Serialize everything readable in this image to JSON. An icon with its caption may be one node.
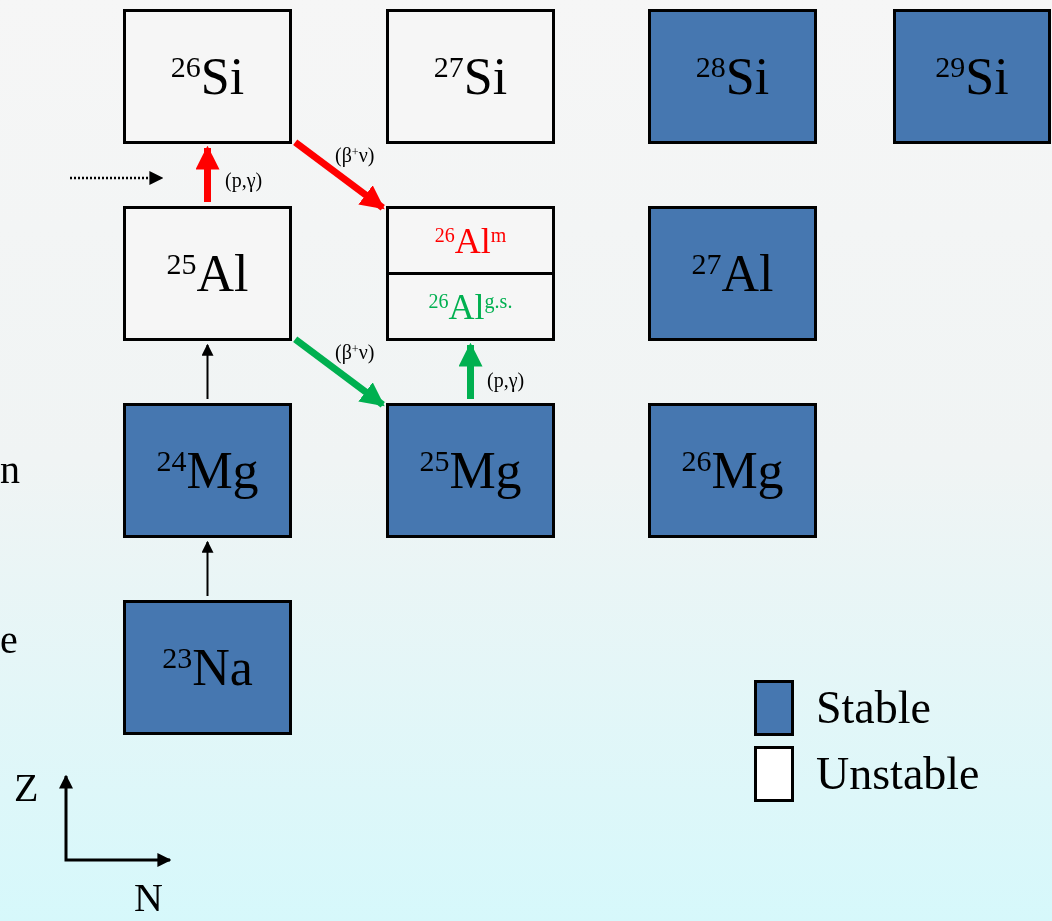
{
  "diagram": {
    "nodes": [
      {
        "text": [
          "$^{26}$Si"
        ]
      },
      {
        "text": [
          "$^{27}$Si"
        ]
      },
      {
        "text": [
          "$^{28}$Si"
        ]
      },
      {
        "text": [
          "$^{29}$Si"
        ]
      },
      {
        "text": [
          "$^{25}$Al"
        ]
      },
      {
        "text": [
          "$^{26}$Al$^{m}$",
          "$^{26}$Al$^{g.s.}$"
        ]
      },
      {
        "text": [
          "$^{27}$Al"
        ]
      },
      {
        "text": [
          "$^{24}$Mg"
        ]
      },
      {
        "text": [
          "$^{25}$Mg"
        ]
      },
      {
        "text": [
          "$^{26}$Mg"
        ]
      },
      {
        "text": [
          "$^{23}$Na"
        ]
      }
    ],
    "edges": [
      {
        "from": 4,
        "to": 0,
        "arrow": "to",
        "label": "(p,γ)",
        "color": "#ff0000"
      },
      {
        "from": 0,
        "to": 5,
        "arrow": "to",
        "label": "(β$^{+}$ν)",
        "color": "#ff0000"
      },
      {
        "from": 7,
        "to": 4,
        "arrow": "to",
        "color": "#000000"
      },
      {
        "from": 4,
        "to": 8,
        "arrow": "to",
        "label": "(β$^{+}$ν)",
        "color": "#00b050"
      },
      {
        "from": 8,
        "to": 5,
        "arrow": "to",
        "label": "(p,γ)",
        "color": "#00b050"
      },
      {
        "from": 10,
        "to": 7,
        "arrow": "to",
        "color": "#000000"
      }
    ],
    "labels": [
      "n",
      "e",
      "Z",
      "N"
    ],
    "legend": [
      {
        "text": "Stable",
        "color": "#4677b0"
      },
      {
        "text": "Unstable",
        "color": "#ffffff"
      }
    ]
  }
}
